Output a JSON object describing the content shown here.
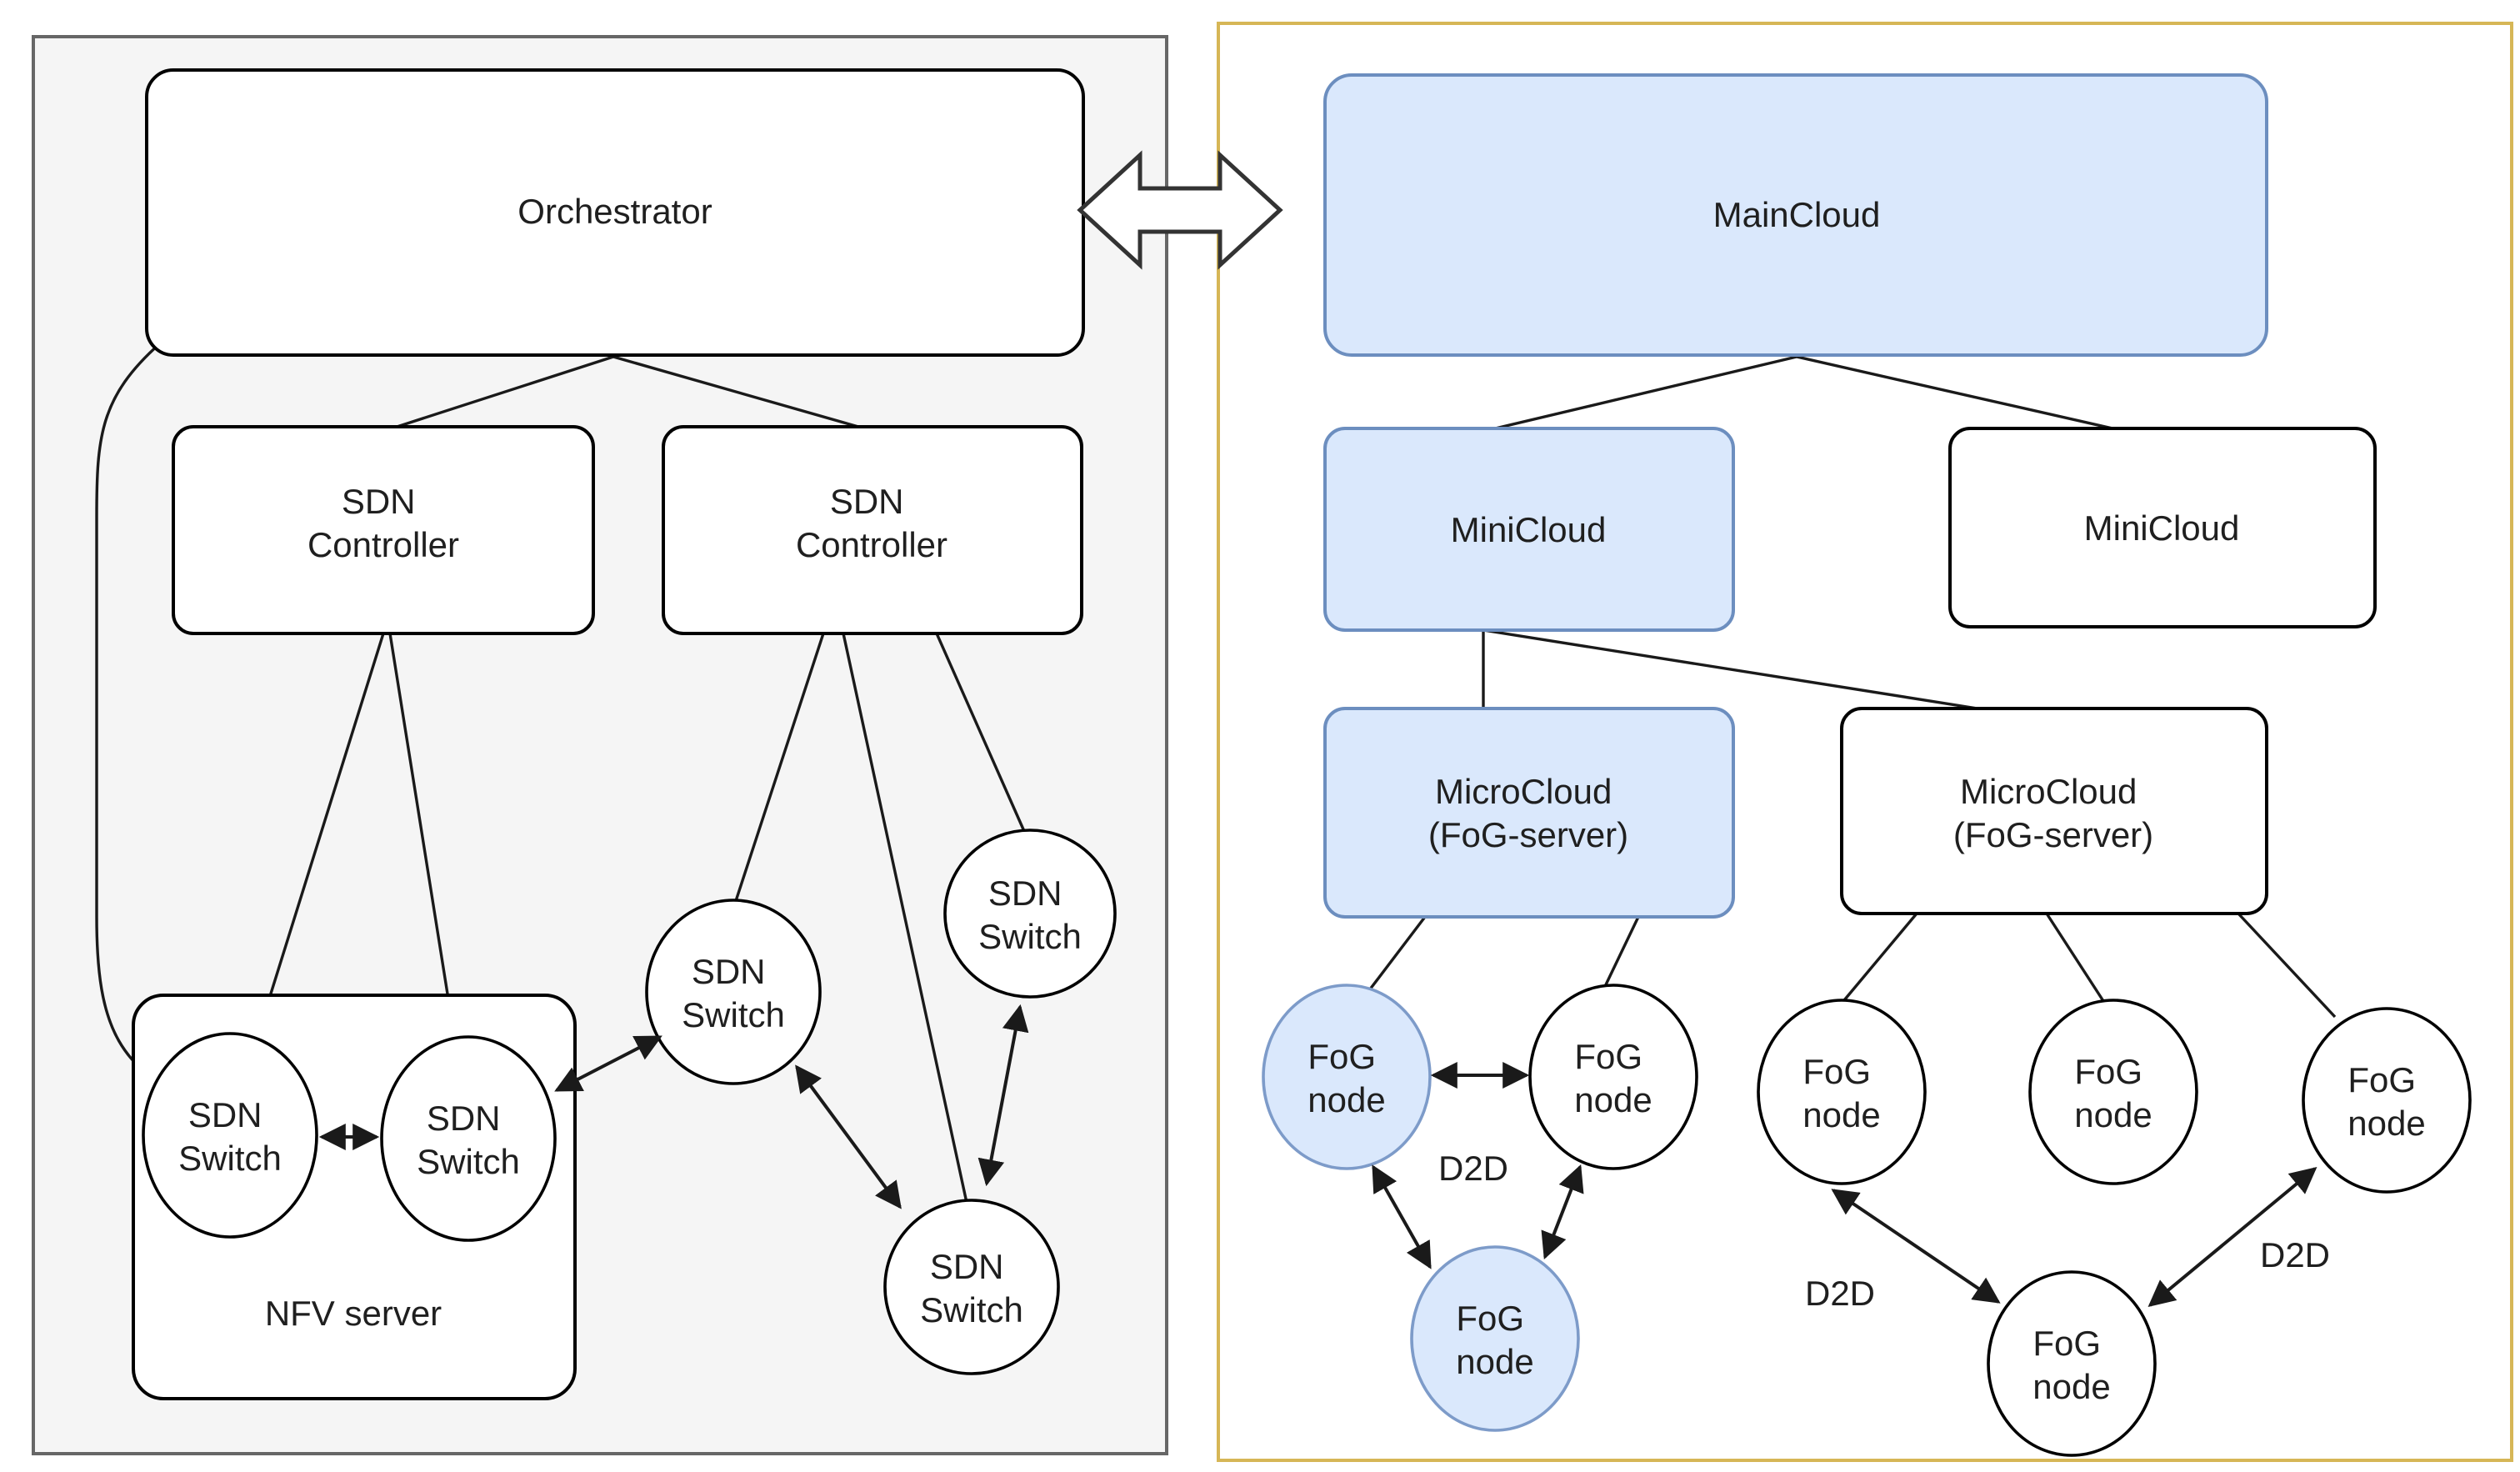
{
  "colors": {
    "left_panel_bg": "#f5f5f5",
    "left_panel_border": "#666666",
    "right_panel_bg": "#ffffff",
    "right_panel_border": "#d6b656",
    "highlight_fill": "#dae8fc",
    "highlight_stroke": "#6c8ebf",
    "fog_highlight_stroke": "#7d9bc9",
    "shape_stroke": "#000000",
    "edge_color": "#1a1a1a",
    "text_color": "#1f1f1f"
  },
  "icons": {
    "panel_link_arrow": "double-headed-block-arrow"
  },
  "sdn_domain": {
    "orchestrator": {
      "label": "Orchestrator"
    },
    "controllers": [
      {
        "line1": "SDN",
        "line2": "Controller"
      },
      {
        "line1": "SDN",
        "line2": "Controller"
      }
    ],
    "nfv_server": {
      "label": "NFV server"
    },
    "switches": [
      {
        "line1": "SDN",
        "line2": "Switch"
      },
      {
        "line1": "SDN",
        "line2": "Switch"
      },
      {
        "line1": "SDN",
        "line2": "Switch"
      },
      {
        "line1": "SDN",
        "line2": "Switch"
      },
      {
        "line1": "SDN",
        "line2": "Switch"
      }
    ]
  },
  "cloud_domain": {
    "main_cloud": {
      "label": "MainCloud"
    },
    "mini_clouds": [
      {
        "label": "MiniCloud",
        "highlighted": true
      },
      {
        "label": "MiniCloud",
        "highlighted": false
      }
    ],
    "micro_clouds": [
      {
        "line1": "MicroCloud",
        "line2": "(FoG-server)",
        "highlighted": true
      },
      {
        "line1": "MicroCloud",
        "line2": "(FoG-server)",
        "highlighted": false
      }
    ],
    "fog_nodes": [
      {
        "line1": "FoG",
        "line2": "node",
        "highlighted": true
      },
      {
        "line1": "FoG",
        "line2": "node",
        "highlighted": false
      },
      {
        "line1": "FoG",
        "line2": "node",
        "highlighted": true
      },
      {
        "line1": "FoG",
        "line2": "node",
        "highlighted": false
      },
      {
        "line1": "FoG",
        "line2": "node",
        "highlighted": false
      },
      {
        "line1": "FoG",
        "line2": "node",
        "highlighted": false
      },
      {
        "line1": "FoG",
        "line2": "node",
        "highlighted": false
      }
    ],
    "d2d_labels": [
      {
        "text": "D2D"
      },
      {
        "text": "D2D"
      },
      {
        "text": "D2D"
      }
    ]
  }
}
